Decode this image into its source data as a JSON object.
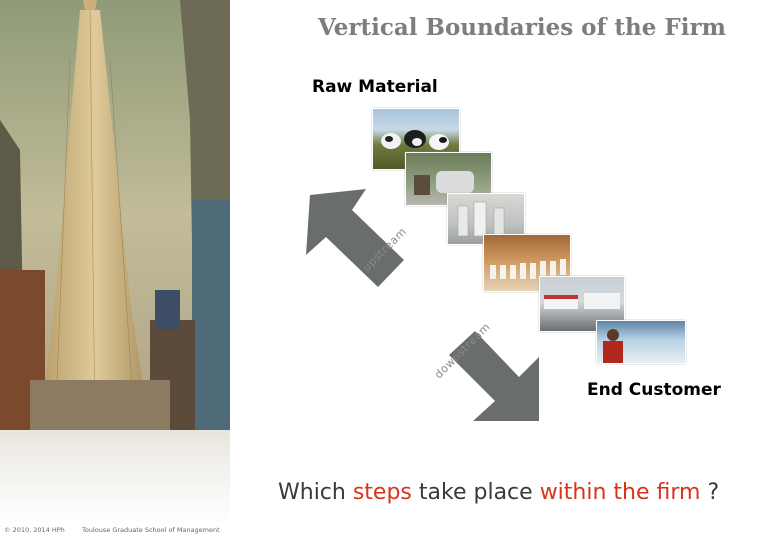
{
  "slide": {
    "title": "Vertical Boundaries of the Firm",
    "raw_material_label": "Raw Material",
    "end_customer_label": "End Customer",
    "upstream_label": "upstream",
    "downstream_label": "downstream"
  },
  "question": {
    "part1": "Which ",
    "steps": "steps",
    "part2": " take place ",
    "within": "within the firm",
    "part3": " ?"
  },
  "footer": {
    "copyright": "© 2010, 2014 HPh",
    "school": "Toulouse Graduate School of Management"
  },
  "colors": {
    "accent_red": "#d9331c",
    "arrow_gray": "#6a6e6b",
    "title_gray": "#7d7d7d"
  }
}
